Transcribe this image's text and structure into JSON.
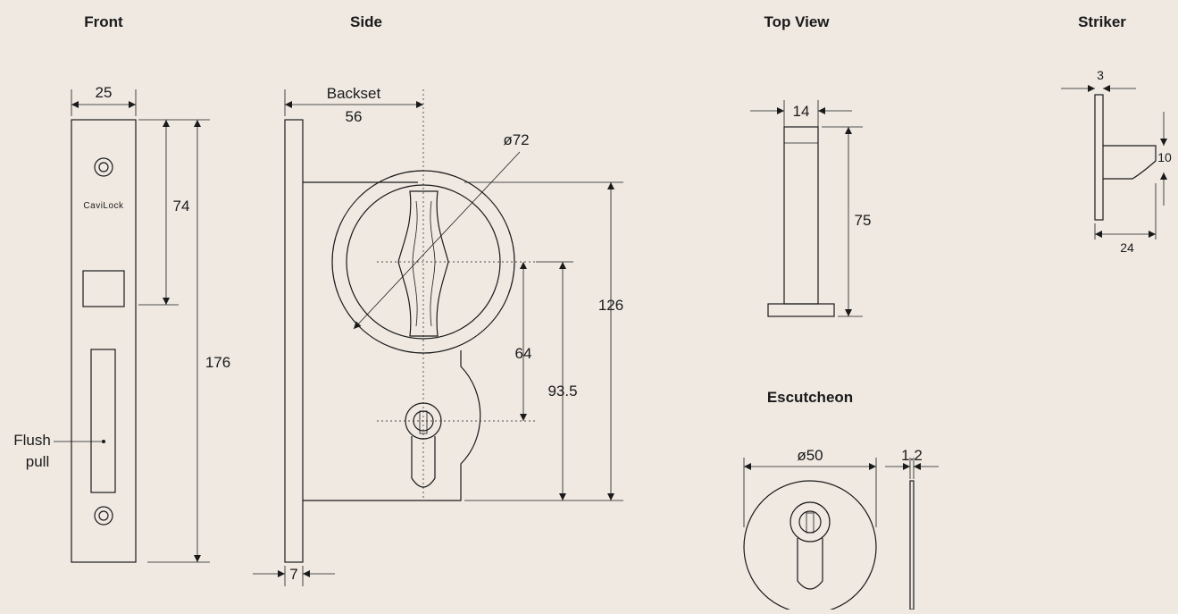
{
  "views": {
    "front": "Front",
    "side": "Side",
    "top_view": "Top View",
    "striker": "Striker",
    "escutcheon": "Escutcheon"
  },
  "front": {
    "width": "25",
    "upper_height": "74",
    "total_height": "176",
    "brand": "CaviLock",
    "flush_pull_line1": "Flush",
    "flush_pull_line2": "pull"
  },
  "side": {
    "backset_label": "Backset",
    "backset_value": "56",
    "diameter": "ø72",
    "height_outer": "126",
    "center_to_key": "64",
    "center_to_bottom": "93.5",
    "faceplate_thickness": "7"
  },
  "top_view": {
    "width": "14",
    "height": "75"
  },
  "striker": {
    "thickness": "3",
    "height": "10",
    "depth": "24"
  },
  "escutcheon": {
    "diameter": "ø50",
    "thickness": "1.2"
  }
}
